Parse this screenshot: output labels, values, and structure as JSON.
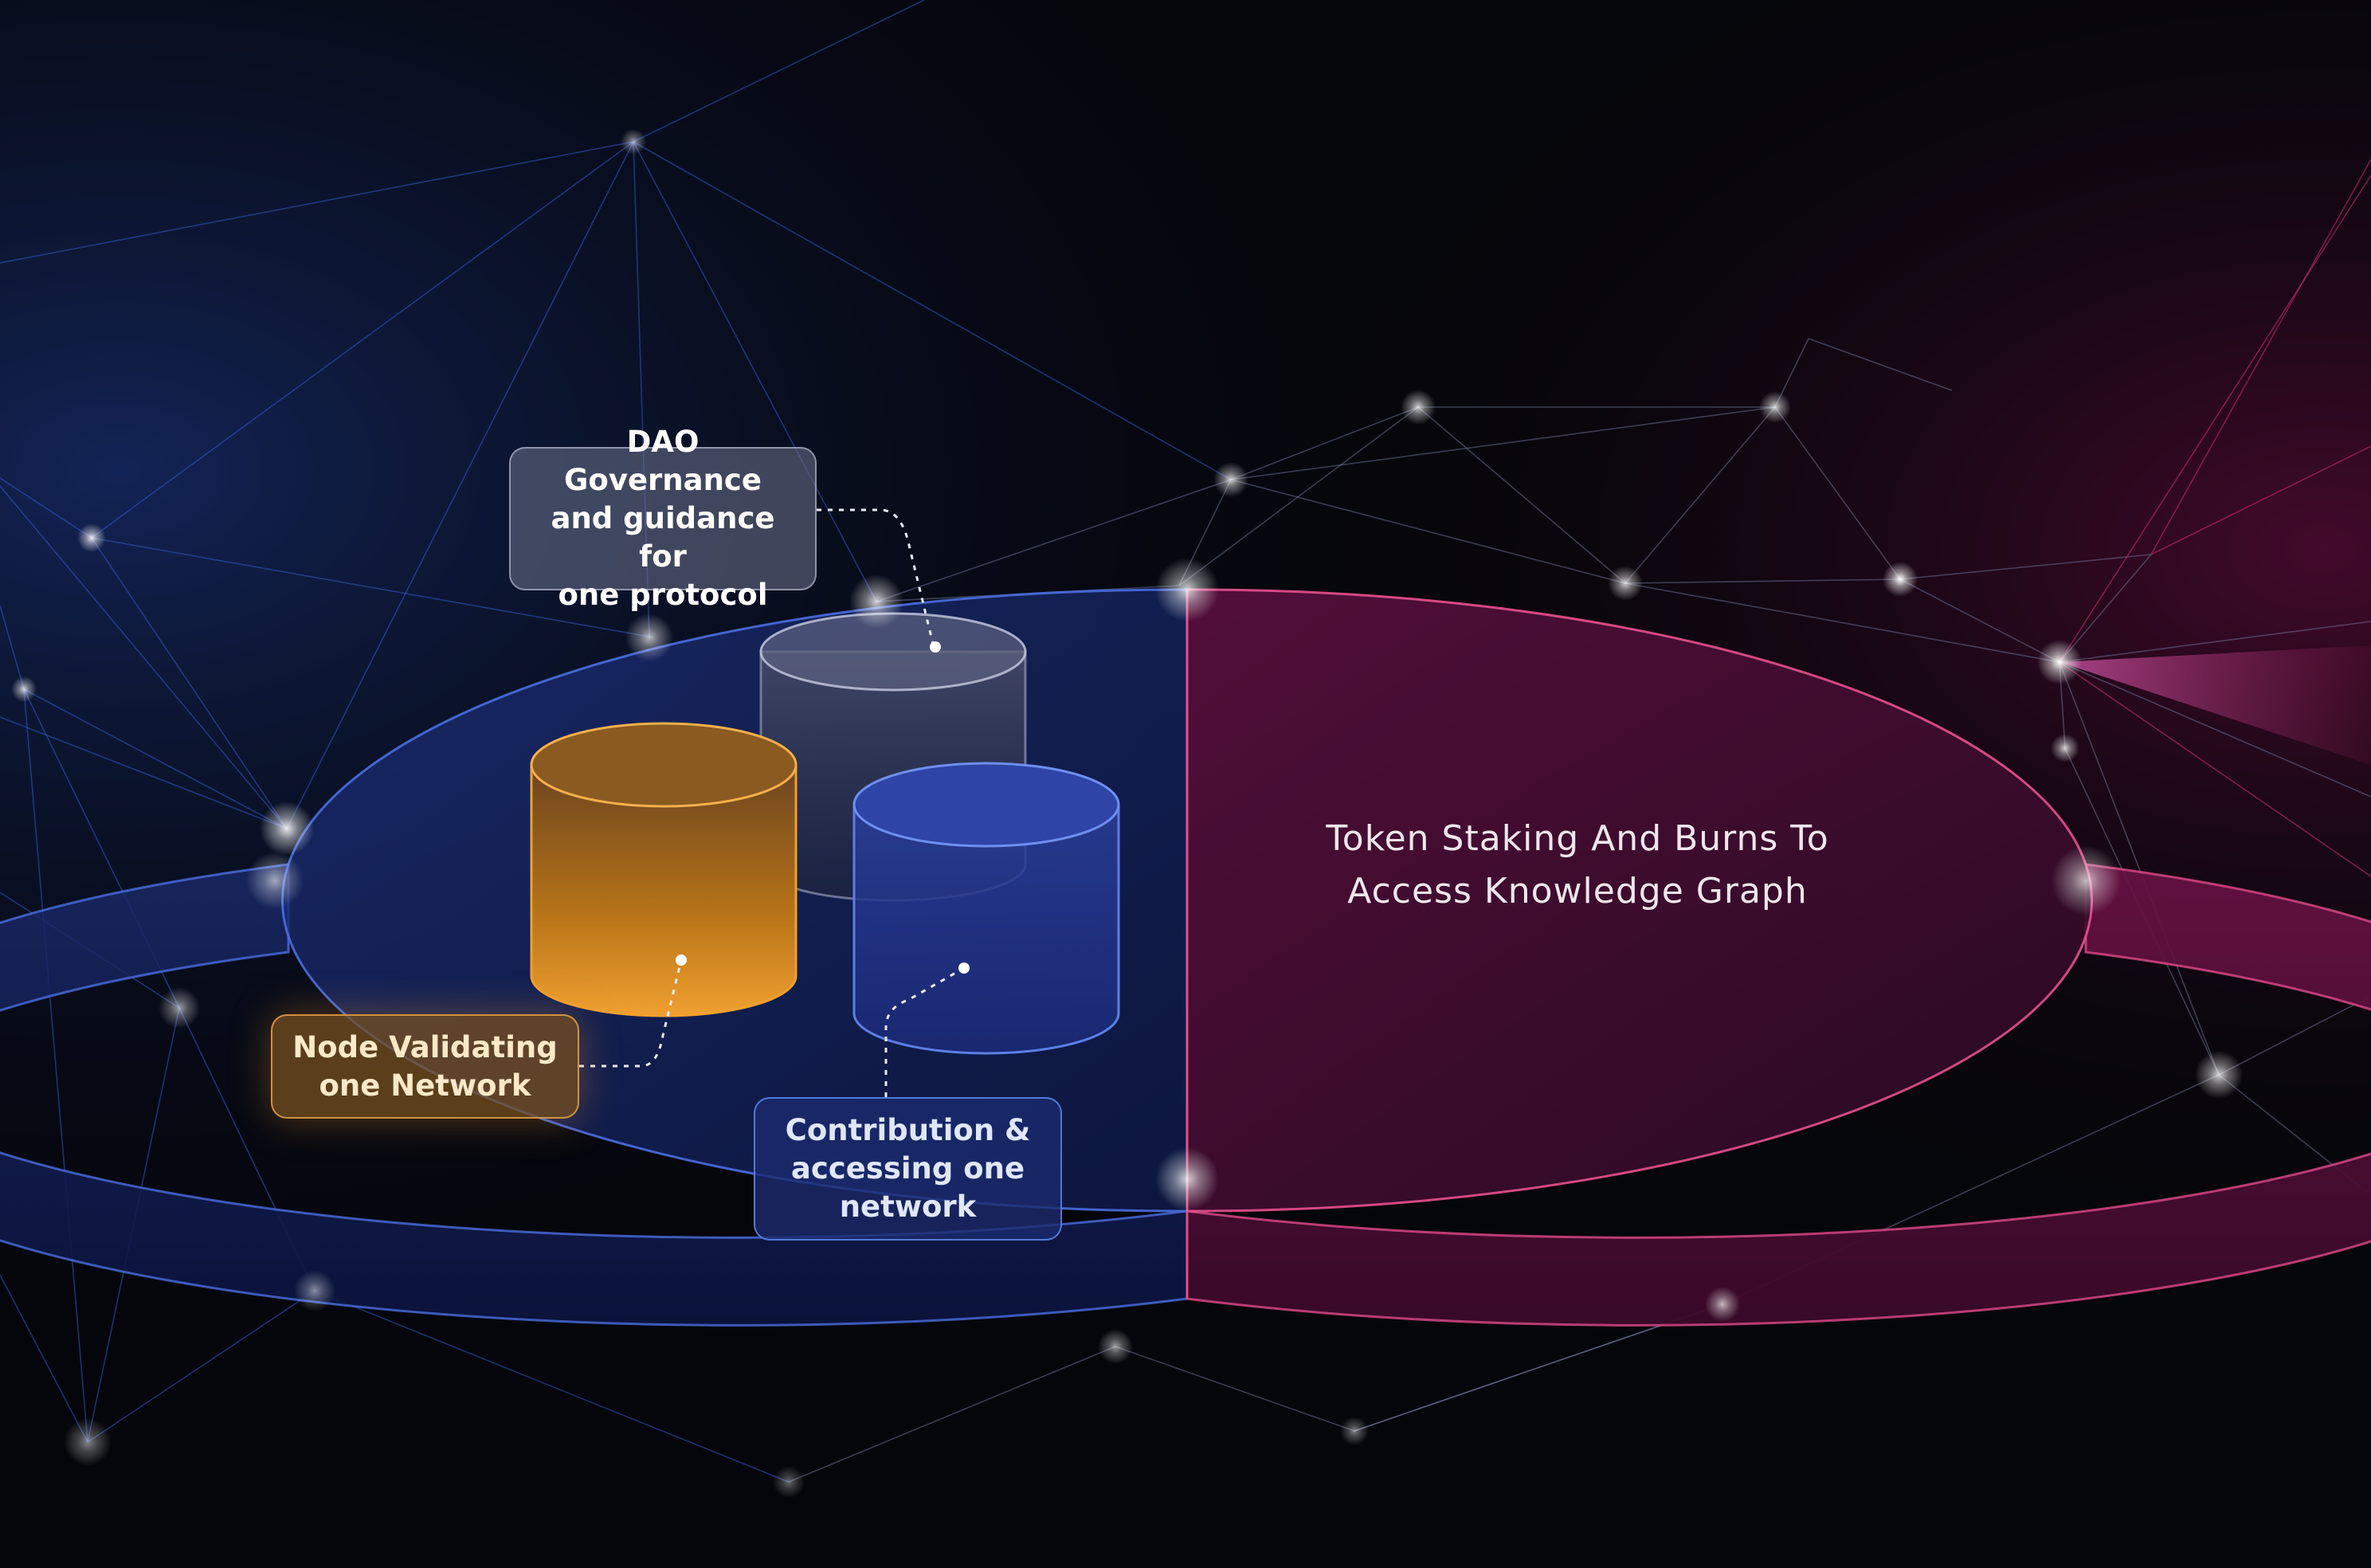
{
  "diagram": {
    "segments": [
      {
        "id": "governance",
        "label": "DAO Governance\nand guidance for\none protocol",
        "color": "#a6aac6"
      },
      {
        "id": "node",
        "label": "Node Validating\none Network",
        "color": "#f0a030"
      },
      {
        "id": "contribution",
        "label": "Contribution &\naccessing one\nnetwork",
        "color": "#5b7fe6"
      }
    ],
    "main_label": {
      "line1": "Token Staking And Burns To",
      "line2": "Access Knowledge Graph",
      "color": "#e0306e"
    },
    "colors": {
      "background": "#05060b",
      "blue_half": "#2b4fc9",
      "pink_half": "#d02a6a",
      "network_blue": "#3a5bd0",
      "network_pink": "#c02a6a"
    }
  }
}
